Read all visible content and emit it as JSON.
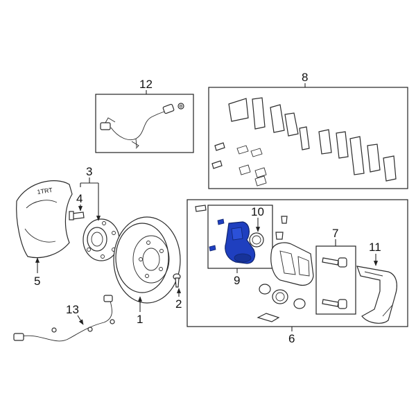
{
  "diagram": {
    "callouts": {
      "c1": "1",
      "c2": "2",
      "c3": "3",
      "c4": "4",
      "c5": "5",
      "c6": "6",
      "c7": "7",
      "c8": "8",
      "c9": "9",
      "c10": "10",
      "c11": "11",
      "c12": "12",
      "c13": "13"
    },
    "shield_stamp": "1TRT",
    "colors": {
      "highlight": "#1f3fbf",
      "line": "#222222"
    }
  }
}
